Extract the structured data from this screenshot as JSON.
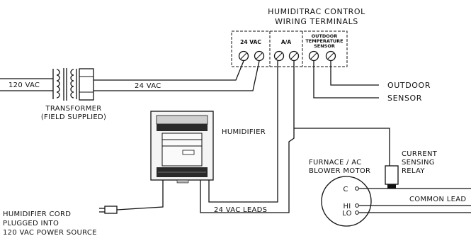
{
  "header": {
    "line1": "HUMIDITRAC CONTROL",
    "line2": "WIRING TERMINALS"
  },
  "terminal_groups": {
    "vac24": "24 VAC",
    "aa": "A/A",
    "outdoor_line1": "OUTDOOR",
    "outdoor_line2": "TEMPERATURE",
    "outdoor_line3": "SENSOR"
  },
  "labels": {
    "vac120": "120 VAC",
    "vac24_wire": "24 VAC",
    "transformer_line1": "TRANSFORMER",
    "transformer_line2": "(FIELD SUPPLIED)",
    "outdoor_sensor_line1": "OUTDOOR",
    "outdoor_sensor_line2": "SENSOR",
    "humidifier": "HUMIDIFIER",
    "furnace_line1": "FURNACE / AC",
    "furnace_line2": "BLOWER MOTOR",
    "relay_line1": "CURRENT",
    "relay_line2": "SENSING",
    "relay_line3": "RELAY",
    "motor_c": "C",
    "motor_hi": "HI",
    "motor_lo": "LO",
    "common_lead": "COMMON LEAD",
    "leads_24vac": "24 VAC LEADS",
    "cord_line1": "HUMIDIFIER CORD",
    "cord_line2": "PLUGGED INTO",
    "cord_line3": "120 VAC POWER SOURCE"
  }
}
